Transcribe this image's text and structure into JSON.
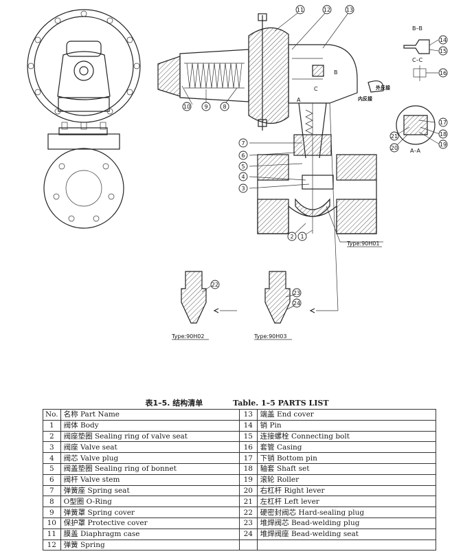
{
  "drawing": {
    "section_labels": {
      "bb": "B–B",
      "cc": "C–C",
      "aa": "A–A"
    },
    "annotations": {
      "outer_lever": "外反接",
      "inner_lever": "内反接"
    },
    "letters": [
      "A",
      "B",
      "C"
    ],
    "type_labels": {
      "main": "Type:90H01",
      "variant2": "Type:90H02",
      "variant3": "Type:90H03"
    },
    "callouts": [
      "1",
      "2",
      "3",
      "4",
      "5",
      "6",
      "7",
      "8",
      "9",
      "10",
      "11",
      "12",
      "13",
      "14",
      "15",
      "16",
      "17",
      "18",
      "19",
      "20",
      "21",
      "22",
      "23",
      "24"
    ]
  },
  "caption": {
    "chinese": "表1–5.   结构清单",
    "english": "Table. 1–5 PARTS LIST"
  },
  "table": {
    "header": {
      "no": "No.",
      "name": "名称 Part Name"
    },
    "left": [
      {
        "no": "1",
        "name": "阀体 Body"
      },
      {
        "no": "2",
        "name": "阀座垫圈 Sealing ring of valve seat"
      },
      {
        "no": "3",
        "name": "阀座 Valve seat"
      },
      {
        "no": "4",
        "name": "阀芯 Valve plug"
      },
      {
        "no": "5",
        "name": "阀盖垫圈 Sealing ring of bonnet"
      },
      {
        "no": "6",
        "name": "阀杆 Valve stem"
      },
      {
        "no": "7",
        "name": "弹簧座 Spring seat"
      },
      {
        "no": "8",
        "name": "O型圈 O-Ring"
      },
      {
        "no": "9",
        "name": "弹簧罩 Spring cover"
      },
      {
        "no": "10",
        "name": "保护罩 Protective cover"
      },
      {
        "no": "11",
        "name": "膜盖 Diaphragm case"
      },
      {
        "no": "12",
        "name": "弹簧 Spring"
      }
    ],
    "right": [
      {
        "no": "13",
        "name": "端盖 End cover"
      },
      {
        "no": "14",
        "name": "销 Pin"
      },
      {
        "no": "15",
        "name": "连接螺栓 Connecting bolt"
      },
      {
        "no": "16",
        "name": "套管 Casing"
      },
      {
        "no": "17",
        "name": "下销 Bottom pin"
      },
      {
        "no": "18",
        "name": "轴套 Shaft set"
      },
      {
        "no": "19",
        "name": "滚轮 Roller"
      },
      {
        "no": "20",
        "name": "右杠杆 Right lever"
      },
      {
        "no": "21",
        "name": "左杠杆 Left lever"
      },
      {
        "no": "22",
        "name": "硬密封阀芯 Hard-sealing plug"
      },
      {
        "no": "23",
        "name": "堆焊阀芯 Bead-welding plug"
      },
      {
        "no": "24",
        "name": "堆焊阀座 Bead-welding seat"
      },
      {
        "no": "",
        "name": ""
      }
    ]
  }
}
